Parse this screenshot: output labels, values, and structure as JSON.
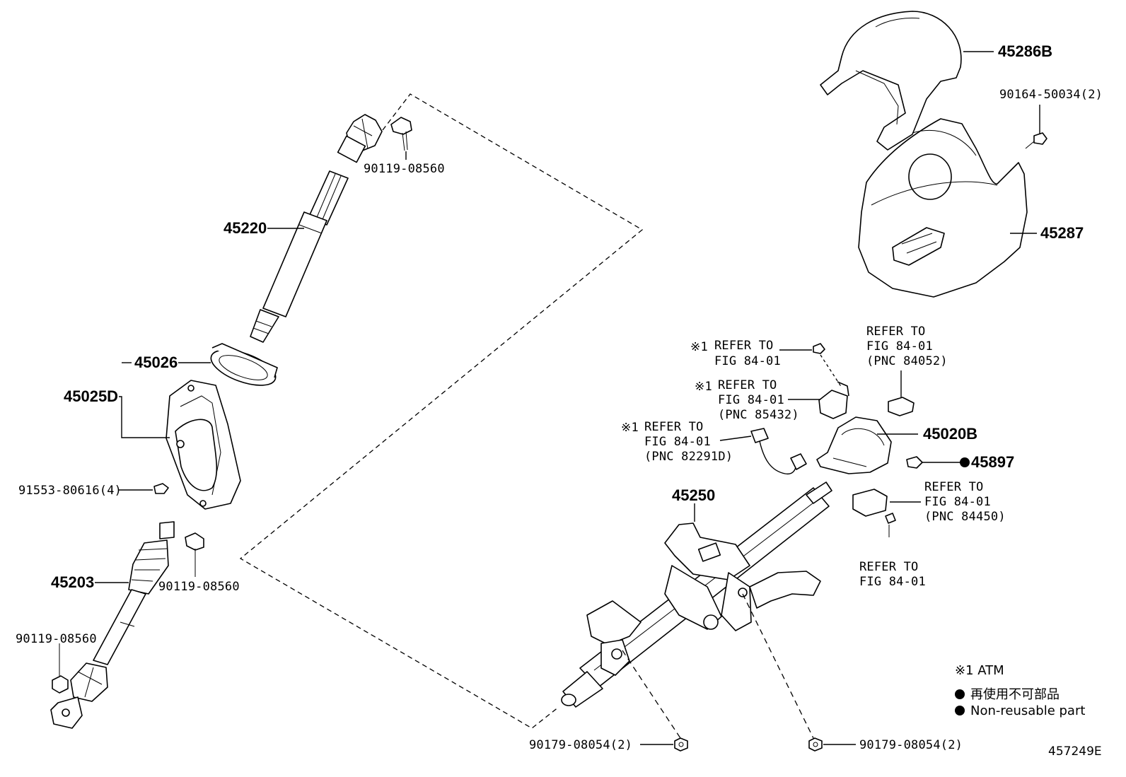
{
  "parts": {
    "p45286B": "45286B",
    "p90164": "90164-50034(2)",
    "p45287": "45287",
    "p90119_top": "90119-08560",
    "p45220": "45220",
    "p45026": "45026",
    "p45025D": "45025D",
    "p91553": "91553-80616(4)",
    "p45203": "45203",
    "p90119_mid": "90119-08560",
    "p90119_low": "90119-08560",
    "p45250": "45250",
    "p45020B": "45020B",
    "p45897": "45897",
    "p90179_left": "90179-08054(2)",
    "p90179_right": "90179-08054(2)"
  },
  "refs": {
    "r1": {
      "mark": "※1",
      "line1": "REFER TO",
      "line2": "FIG 84-01"
    },
    "r2": {
      "mark": "※1",
      "line1": "REFER TO",
      "line2": "FIG 84-01",
      "line3": "(PNC 85432)"
    },
    "r3": {
      "mark": "※1",
      "line1": "REFER TO",
      "line2": "FIG 84-01",
      "line3": "(PNC 82291D)"
    },
    "r4": {
      "line1": "REFER TO",
      "line2": "FIG 84-01",
      "line3": "(PNC 84052)"
    },
    "r5": {
      "line1": "REFER TO",
      "line2": "FIG 84-01",
      "line3": "(PNC 84450)"
    },
    "r6": {
      "line1": "REFER TO",
      "line2": "FIG 84-01"
    }
  },
  "legend": {
    "atm": "※1 ATM",
    "jp": "再使用不可部品",
    "en": "Non-reusable part"
  },
  "figure_id": "457249E"
}
